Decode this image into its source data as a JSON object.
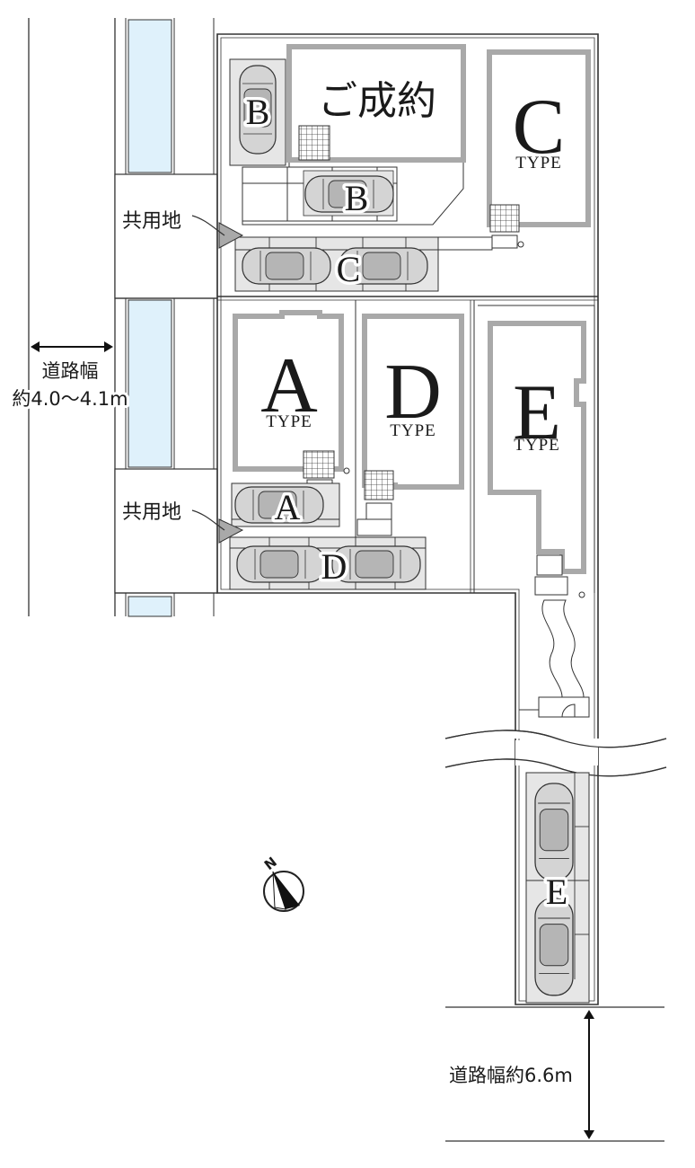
{
  "sold_label": "ご成約",
  "house_type_word": "TYPE",
  "houses": [
    {
      "letter": "A"
    },
    {
      "letter": "C"
    },
    {
      "letter": "D"
    },
    {
      "letter": "E"
    }
  ],
  "parking_labels": {
    "a": "A",
    "b1": "B",
    "b2": "B",
    "c": "C",
    "d": "D",
    "e": "E"
  },
  "shared_land_label": "共用地",
  "road_west": {
    "line1": "道路幅",
    "line2": "約4.0〜4.1m"
  },
  "road_south": {
    "label": "道路幅約6.6m"
  },
  "north_symbol": {
    "letter": "N"
  },
  "colors": {
    "wall": "#a9a9a9",
    "canal": "#dff1fb",
    "line": "#333333",
    "car": "#c8c8c8",
    "parking_pad": "#e6e6e6"
  }
}
